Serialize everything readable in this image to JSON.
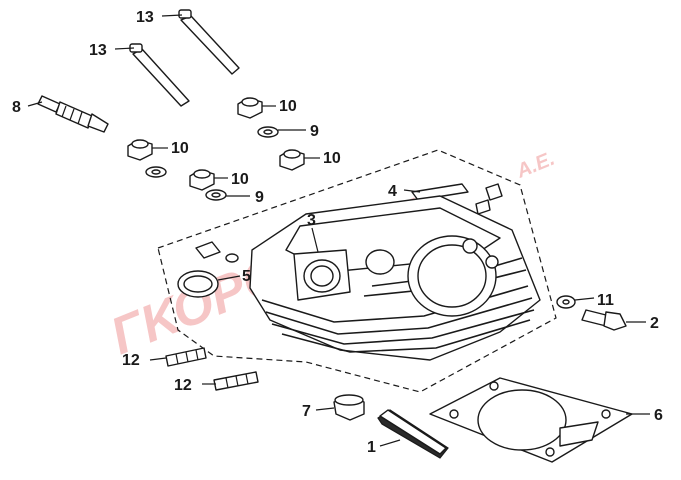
{
  "watermark": {
    "main": "ΓΚΟΡΟΠΑΝΗΣ",
    "suffix": "A.E."
  },
  "callouts": {
    "c1": "1",
    "c2": "2",
    "c3": "3",
    "c4": "4",
    "c5": "5",
    "c6": "6",
    "c7": "7",
    "c8": "8",
    "c9a": "9",
    "c9b": "9",
    "c10a": "10",
    "c10b": "10",
    "c10c": "10",
    "c10d": "10",
    "c11": "11",
    "c12a": "12",
    "c12b": "12",
    "c13a": "13",
    "c13b": "13"
  }
}
